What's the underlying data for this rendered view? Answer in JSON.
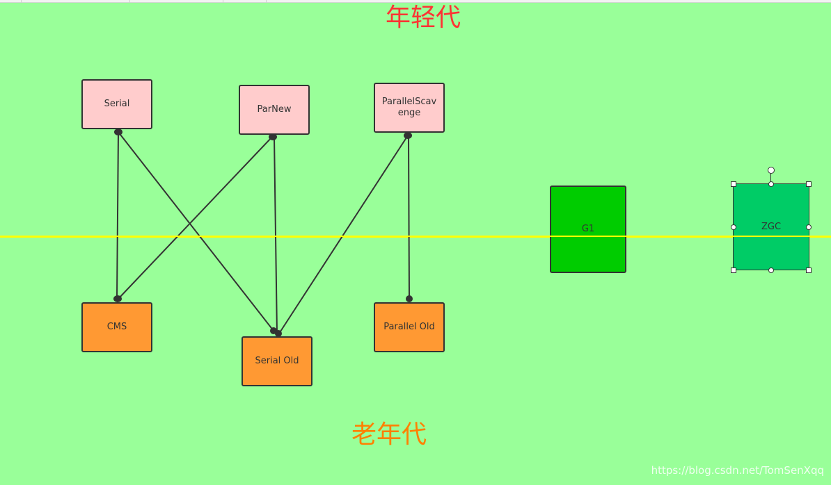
{
  "titles": {
    "young_generation": "年轻代",
    "old_generation": "老年代"
  },
  "nodes": {
    "serial": "Serial",
    "parnew": "ParNew",
    "parallel_scavenge": "ParallelScavenge",
    "cms": "CMS",
    "serial_old": "Serial Old",
    "parallel_old": "Parallel Old",
    "g1": "G1",
    "zgc": "ZGC"
  },
  "connections": [
    {
      "from": "Serial",
      "to": "CMS"
    },
    {
      "from": "Serial",
      "to": "Serial Old"
    },
    {
      "from": "ParNew",
      "to": "CMS"
    },
    {
      "from": "ParNew",
      "to": "Serial Old"
    },
    {
      "from": "ParallelScavenge",
      "to": "Serial Old"
    },
    {
      "from": "ParallelScavenge",
      "to": "Parallel Old"
    }
  ],
  "colors": {
    "canvas": "#99ff99",
    "young_fill": "#ffcccc",
    "old_fill": "#ff9933",
    "g1_fill": "#00cc00",
    "zgc_fill": "#00cc66",
    "divider_line": "#ffff00",
    "young_title": "#ff3333",
    "old_title": "#ff8000",
    "connector": "#333333"
  },
  "watermark": "https://blog.csdn.net/TomSenXqq"
}
